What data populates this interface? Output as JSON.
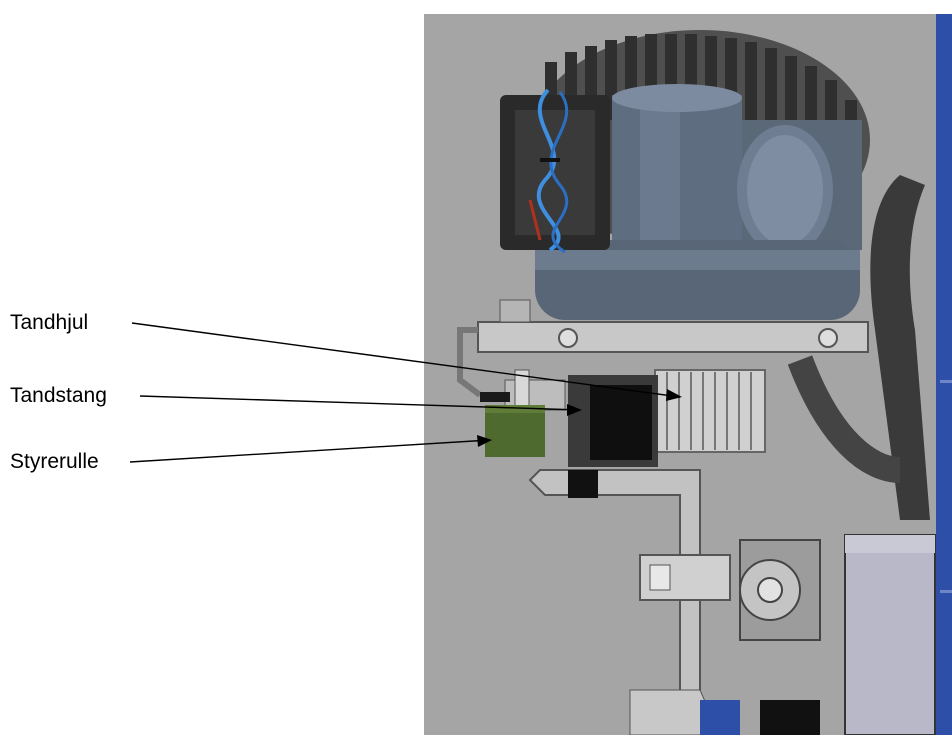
{
  "labels": {
    "gear": "Tandhjul",
    "rack": "Tandstang",
    "guide_roller": "Styrerulle"
  }
}
